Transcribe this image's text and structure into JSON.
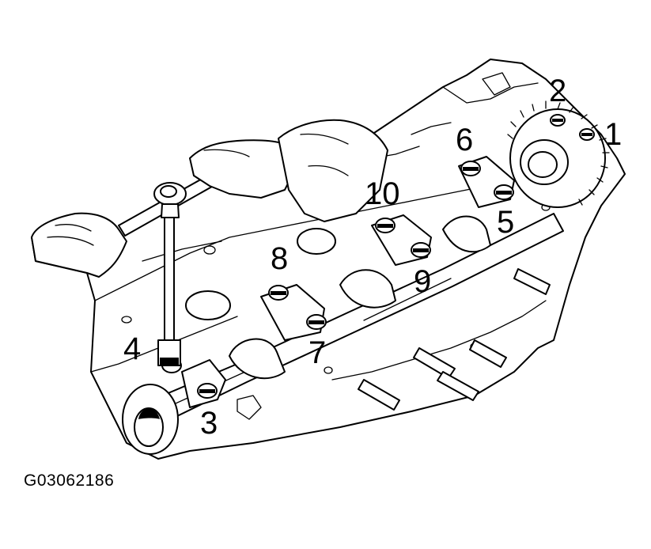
{
  "figure_code": "G03062186",
  "labels": {
    "bolt_1": "1",
    "bolt_2": "2",
    "bolt_3": "3",
    "bolt_4": "4",
    "bolt_5": "5",
    "bolt_6": "6",
    "bolt_7": "7",
    "bolt_8": "8",
    "bolt_9": "9",
    "bolt_10": "10"
  }
}
